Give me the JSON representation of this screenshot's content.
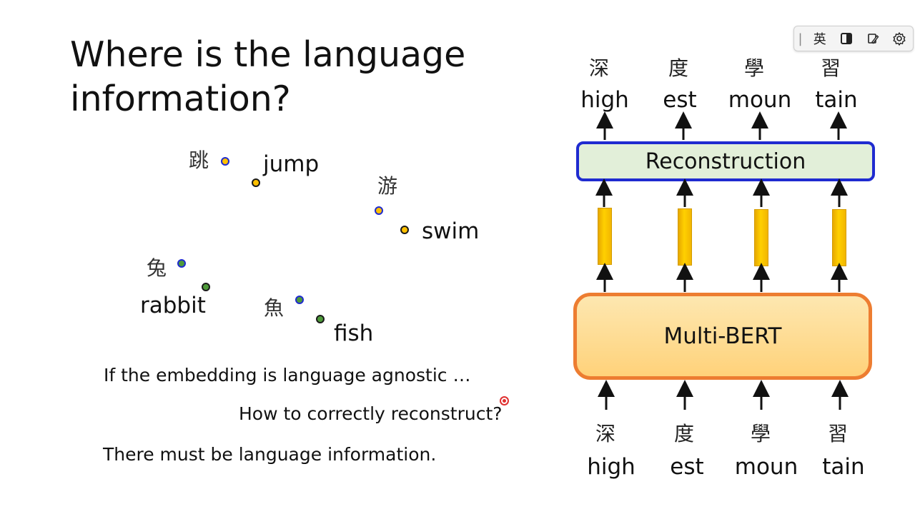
{
  "slide": {
    "title": "Where is the language information?",
    "embedding_space": {
      "words": {
        "jump_zh": "跳",
        "jump_en": "jump",
        "swim_zh": "游",
        "swim_en": "swim",
        "rabbit_zh": "兔",
        "rabbit_en": "rabbit",
        "fish_zh": "魚",
        "fish_en": "fish"
      },
      "colors": {
        "yellow_fill": "#ffc000",
        "green_fill": "#4e9a3a",
        "blue_border": "#1f2bd0",
        "dark_border": "#1a1a1a"
      }
    },
    "text_lines": {
      "line1": "If the embedding is language agnostic  …",
      "line2": "How to correctly reconstruct?",
      "line3": "There must be language information."
    },
    "diagram": {
      "reconstruction_label": "Reconstruction",
      "encoder_label": "Multi-BERT",
      "output_tokens": [
        {
          "zh": "深",
          "en": "high"
        },
        {
          "zh": "度",
          "en": "est"
        },
        {
          "zh": "學",
          "en": "moun"
        },
        {
          "zh": "習",
          "en": "tain"
        }
      ],
      "input_tokens": [
        {
          "zh": "深",
          "en": "high"
        },
        {
          "zh": "度",
          "en": "est"
        },
        {
          "zh": "學",
          "en": "moun"
        },
        {
          "zh": "習",
          "en": "tain"
        }
      ],
      "colors": {
        "reconstruction_fill": "#e2efd9",
        "reconstruction_border": "#1f2bd0",
        "encoder_border": "#ed7d31",
        "vector_fill": "#ffd000"
      }
    }
  },
  "ime_toolbar": {
    "separator": "|",
    "language_label": "英",
    "icons": [
      "half-width-icon",
      "pen-icon",
      "settings-gear-icon"
    ]
  }
}
